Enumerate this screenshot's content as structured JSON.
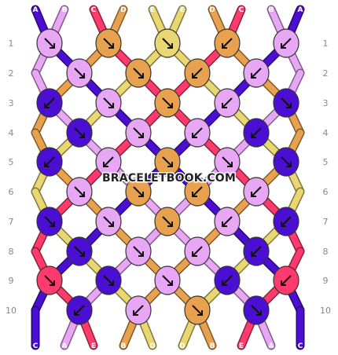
{
  "colors": {
    "A": "#4b0fd3",
    "B": "#e8a7f5",
    "C": "#ff3a6c",
    "D": "#e8a24f",
    "E": "#e8d772"
  },
  "top_strands": [
    "A",
    "B",
    "C",
    "D",
    "E",
    "E",
    "D",
    "C",
    "B",
    "A"
  ],
  "bottom_strands": [
    "C",
    "A",
    "E",
    "B",
    "D",
    "D",
    "B",
    "E",
    "A",
    "C"
  ],
  "row_labels": [
    "1",
    "2",
    "3",
    "4",
    "5",
    "6",
    "7",
    "8",
    "9",
    "10"
  ],
  "watermark": "BRACELETBOOK.COM",
  "knots": [
    [
      [
        "B",
        "↘"
      ],
      [
        "D",
        "↘"
      ],
      [
        "E",
        "↘"
      ],
      [
        "D",
        "↙"
      ],
      [
        "B",
        "↙"
      ]
    ],
    [
      [
        "B",
        "↘"
      ],
      [
        "D",
        "↘"
      ],
      [
        "D",
        "↙"
      ],
      [
        "B",
        "↙"
      ]
    ],
    [
      [
        "A",
        "↙"
      ],
      [
        "B",
        "↘"
      ],
      [
        "D",
        "↘"
      ],
      [
        "B",
        "↙"
      ],
      [
        "A",
        "↘"
      ]
    ],
    [
      [
        "A",
        "↘"
      ],
      [
        "B",
        "↘"
      ],
      [
        "B",
        "↙"
      ],
      [
        "A",
        "↙"
      ]
    ],
    [
      [
        "A",
        "↙"
      ],
      [
        "B",
        "↙"
      ],
      [
        "D",
        "↘"
      ],
      [
        "B",
        "↘"
      ],
      [
        "A",
        "↘"
      ]
    ],
    [
      [
        "B",
        "↘"
      ],
      [
        "D",
        "↘"
      ],
      [
        "D",
        "↙"
      ],
      [
        "B",
        "↙"
      ]
    ],
    [
      [
        "A",
        "↘"
      ],
      [
        "B",
        "↘"
      ],
      [
        "D",
        "↘"
      ],
      [
        "B",
        "↙"
      ],
      [
        "A",
        "↙"
      ]
    ],
    [
      [
        "A",
        "↘"
      ],
      [
        "B",
        "↘"
      ],
      [
        "B",
        "↙"
      ],
      [
        "A",
        "↙"
      ]
    ],
    [
      [
        "C",
        "↘"
      ],
      [
        "A",
        "↘"
      ],
      [
        "B",
        "↘"
      ],
      [
        "A",
        "↙"
      ],
      [
        "C",
        "↙"
      ]
    ],
    [
      [
        "A",
        "↙"
      ],
      [
        "B",
        "↙"
      ],
      [
        "D",
        "↘"
      ],
      [
        "A",
        "↘"
      ]
    ]
  ]
}
